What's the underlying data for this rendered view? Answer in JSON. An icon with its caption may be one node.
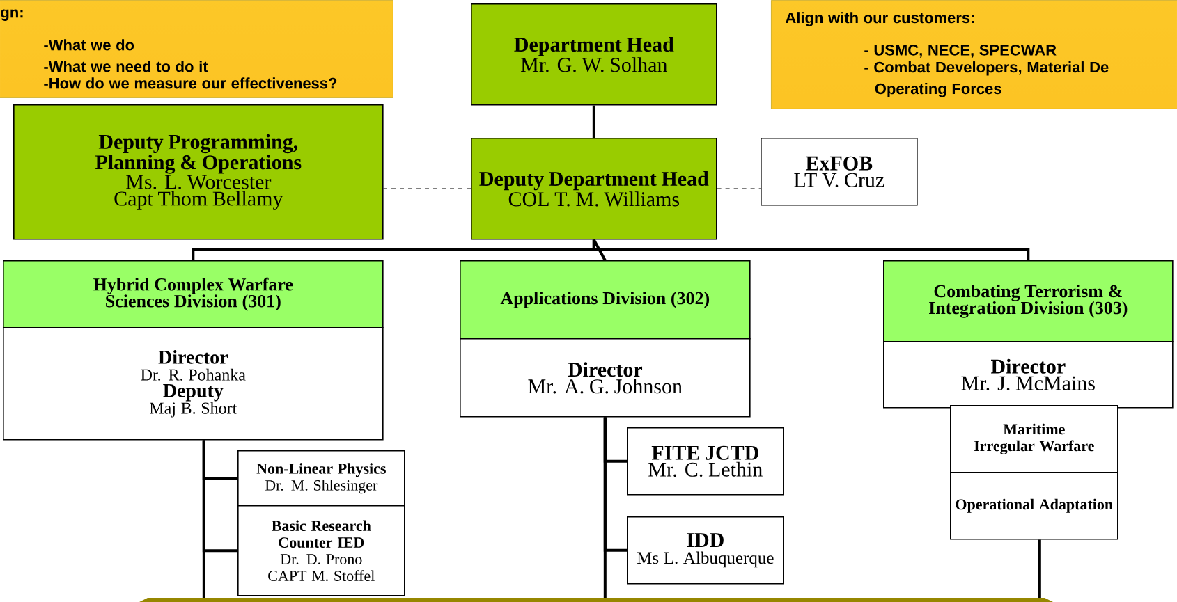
{
  "diagram": {
    "nodes": [
      {
        "text": [
          "gn:",
          "-What we do",
          "-What we need to do it",
          "-How do we measure our effectiveness?"
        ]
      },
      {
        "text": [
          "Department Head",
          "Mr. G. W. Solhan"
        ]
      },
      {
        "text": [
          "Align with our customers:",
          "- USMC, NECE, SPECWAR",
          "- Combat Developers, Material De Operating Forces"
        ]
      },
      {
        "text": [
          "Deputy Programming, Planning & Operations",
          "Ms. L. Worcester",
          "Capt Thom Bellamy"
        ]
      },
      {
        "text": [
          "Deputy Department Head",
          "COL T. M. Williams"
        ]
      },
      {
        "text": [
          "ExFOB",
          "LT V. Cruz"
        ]
      },
      {
        "text": [
          "Hybrid Complex Warfare Sciences Division (301)"
        ]
      },
      {
        "text": [
          "Director",
          "Dr. R. Pohanka",
          "Deputy",
          "Maj B. Short"
        ]
      },
      {
        "text": [
          "Applications Division (302)"
        ]
      },
      {
        "text": [
          "Director",
          "Mr. A. G. Johnson"
        ]
      },
      {
        "text": [
          "Combating Terrorism & Integration Division (303)"
        ]
      },
      {
        "text": [
          "Director",
          "Mr. J. McMains"
        ]
      },
      {
        "text": [
          "Non-Linear Physics",
          "Dr. M. Shlesinger"
        ]
      },
      {
        "text": [
          "Basic Research Counter IED",
          "Dr. D. Prono",
          "CAPT M. Stoffel"
        ]
      },
      {
        "text": [
          "FITE JCTD",
          "Mr. C. Lethin"
        ]
      },
      {
        "text": [
          "IDD",
          "Ms L. Albuquerque"
        ]
      },
      {
        "text": [
          "Maritime Irregular Warfare"
        ]
      },
      {
        "text": [
          "Operational Adaptation"
        ]
      }
    ],
    "edges": [
      {
        "from": 1,
        "to": 4,
        "arrow": "none"
      },
      {
        "from": 4,
        "to": 3,
        "arrow": "none",
        "style": "dashed"
      },
      {
        "from": 4,
        "to": 5,
        "arrow": "none",
        "style": "dashed"
      },
      {
        "from": 4,
        "to": 6,
        "arrow": "none"
      },
      {
        "from": 4,
        "to": 8,
        "arrow": "none"
      },
      {
        "from": 4,
        "to": 10,
        "arrow": "none"
      },
      {
        "from": 7,
        "to": 12,
        "arrow": "none"
      },
      {
        "from": 7,
        "to": 13,
        "arrow": "none"
      },
      {
        "from": 7,
        "to": null,
        "arrow": "none"
      },
      {
        "from": 9,
        "to": 14,
        "arrow": "none"
      },
      {
        "from": 9,
        "to": 15,
        "arrow": "none"
      },
      {
        "from": 9,
        "to": null,
        "arrow": "none"
      },
      {
        "from": 17,
        "to": null,
        "arrow": "none"
      }
    ]
  }
}
